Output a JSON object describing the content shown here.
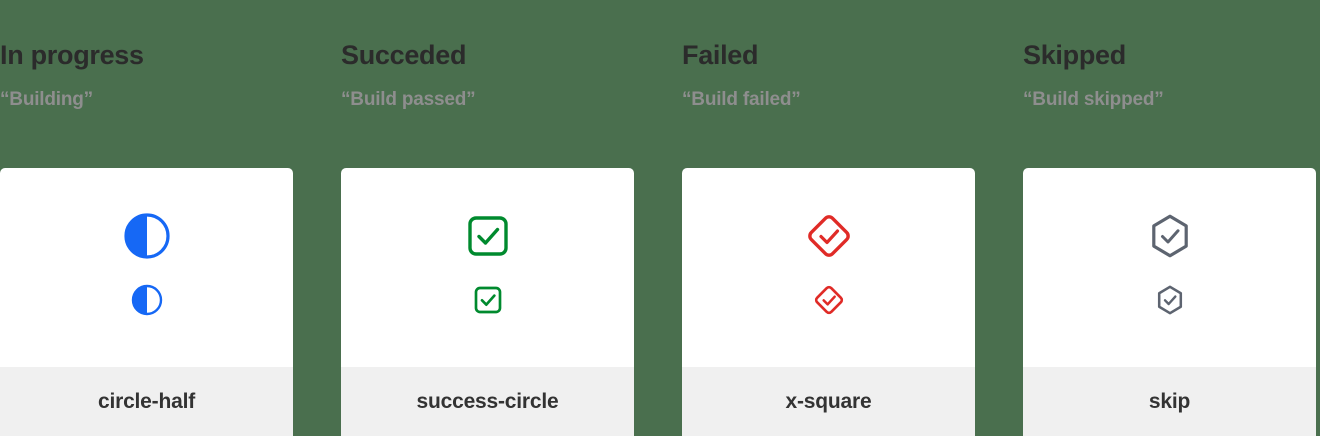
{
  "page": {
    "background_color": "#4a6f4e",
    "card_background": "#ffffff",
    "card_footer_background": "#f0f0f0",
    "heading_color": "#2b2b2b",
    "subtitle_color": "#8e8e8e",
    "label_color": "#333333"
  },
  "columns": [
    {
      "heading": "In progress",
      "subtitle": "“Building”",
      "icon_name": "circle-half-icon",
      "icon_label": "circle-half",
      "icon_color": "#1668f5"
    },
    {
      "heading": "Succeded",
      "subtitle": "“Build passed”",
      "icon_name": "success-circle-icon",
      "icon_label": "success-circle",
      "icon_color": "#008a2e"
    },
    {
      "heading": "Failed",
      "subtitle": "“Build failed”",
      "icon_name": "x-square-icon",
      "icon_label": "x-square",
      "icon_color": "#e02b27"
    },
    {
      "heading": "Skipped",
      "subtitle": "“Build skipped”",
      "icon_name": "skip-icon",
      "icon_label": "skip",
      "icon_color": "#5d6470"
    }
  ]
}
